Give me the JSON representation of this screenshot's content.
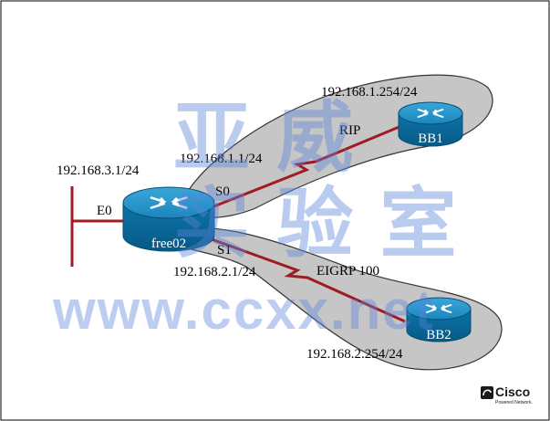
{
  "routers": {
    "main": {
      "name": "free02"
    },
    "bb1": {
      "name": "BB1"
    },
    "bb2": {
      "name": "BB2"
    }
  },
  "interfaces": {
    "e0": {
      "label": "E0",
      "address": "192.168.3.1/24"
    },
    "s0": {
      "label": "S0",
      "address": "192.168.1.1/24"
    },
    "s1": {
      "label": "S1",
      "address": "192.168.2.1/24"
    },
    "bb1": {
      "address": "192.168.1.254/24"
    },
    "bb2": {
      "address": "192.168.2.254/24"
    }
  },
  "protocols": {
    "upper": "RIP",
    "lower": "EIGRP 100"
  },
  "watermark": {
    "line1": "亚 威",
    "line2": "实 验 室",
    "url": "www.ccxx.net"
  },
  "logo": {
    "brand": "Cisco",
    "tagline": "Powered Network."
  },
  "colors": {
    "link": "#a01c24",
    "region": "#c4c4c4",
    "router": "#0e7ab0",
    "watermark": "#5a82dc"
  }
}
